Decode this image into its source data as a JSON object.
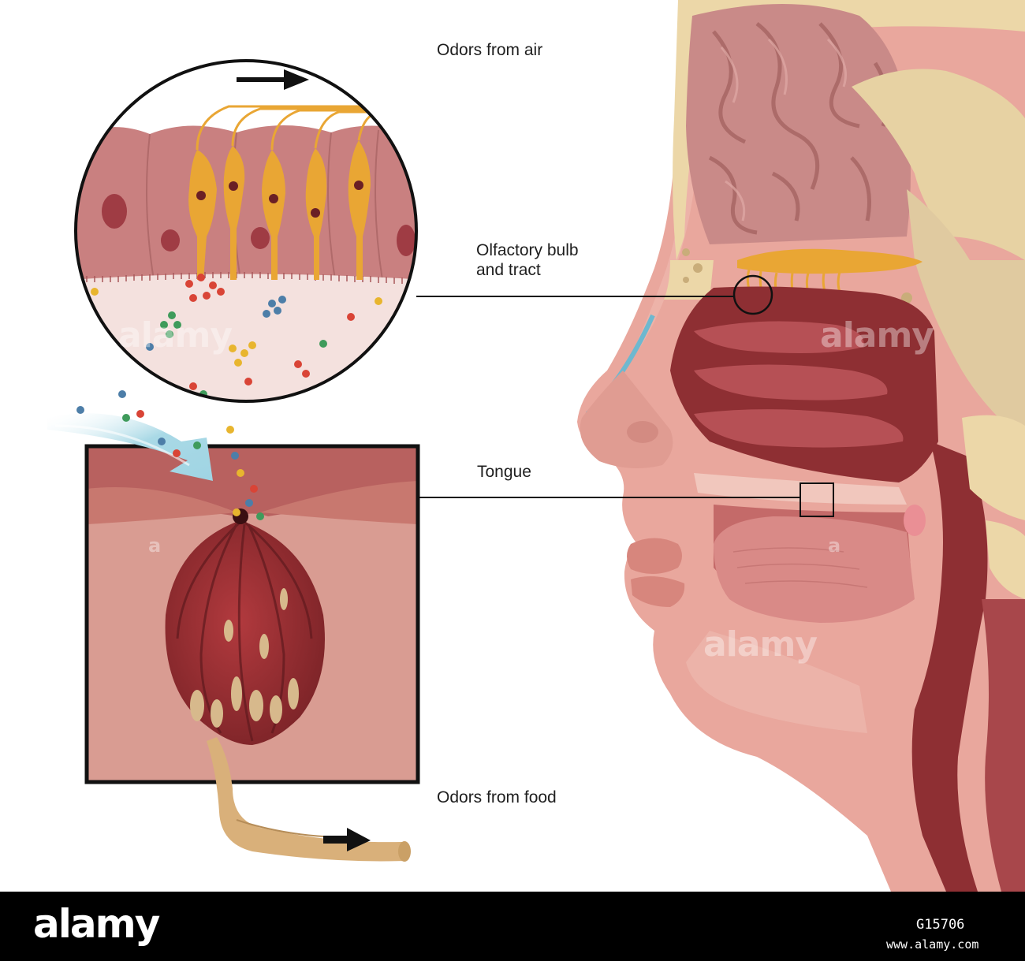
{
  "labels": {
    "odors_air": "Odors from air",
    "olfactory_line1": "Olfactory bulb",
    "olfactory_line2": "and tract",
    "tongue": "Tongue",
    "odors_food": "Odors from food"
  },
  "watermark": {
    "word": "alamy",
    "letter": "a"
  },
  "footer": {
    "brand": "alamy",
    "image_id": "G15706",
    "url": "www.alamy.com"
  },
  "colors": {
    "skin": "#e9a79d",
    "tissue_dark": "#8e2f33",
    "brain": "#c98a88",
    "bone": "#ecd7a8",
    "nerve": "#e9a634",
    "air": "#a9d9e6"
  }
}
